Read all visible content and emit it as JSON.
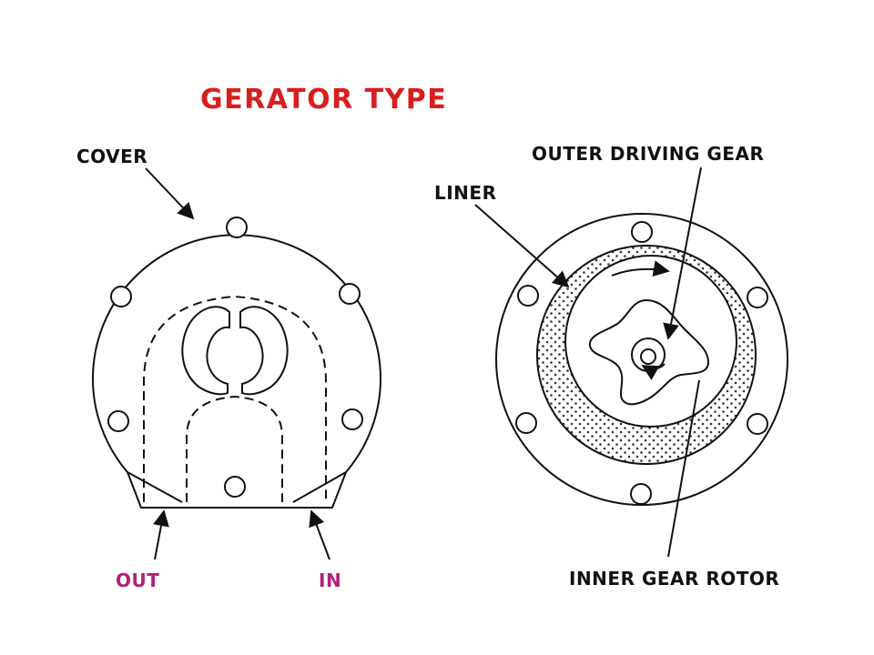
{
  "title": "GERATOR TYPE",
  "labels": {
    "cover": "COVER",
    "out": "OUT",
    "in": "IN",
    "liner": "LINER",
    "outer_driving_gear": "OUTER DRIVING GEAR",
    "inner_gear_rotor": "INNER GEAR ROTOR"
  },
  "colors": {
    "title": "#d81f1f",
    "port_labels": "#b0207a",
    "part_labels": "#111111"
  }
}
